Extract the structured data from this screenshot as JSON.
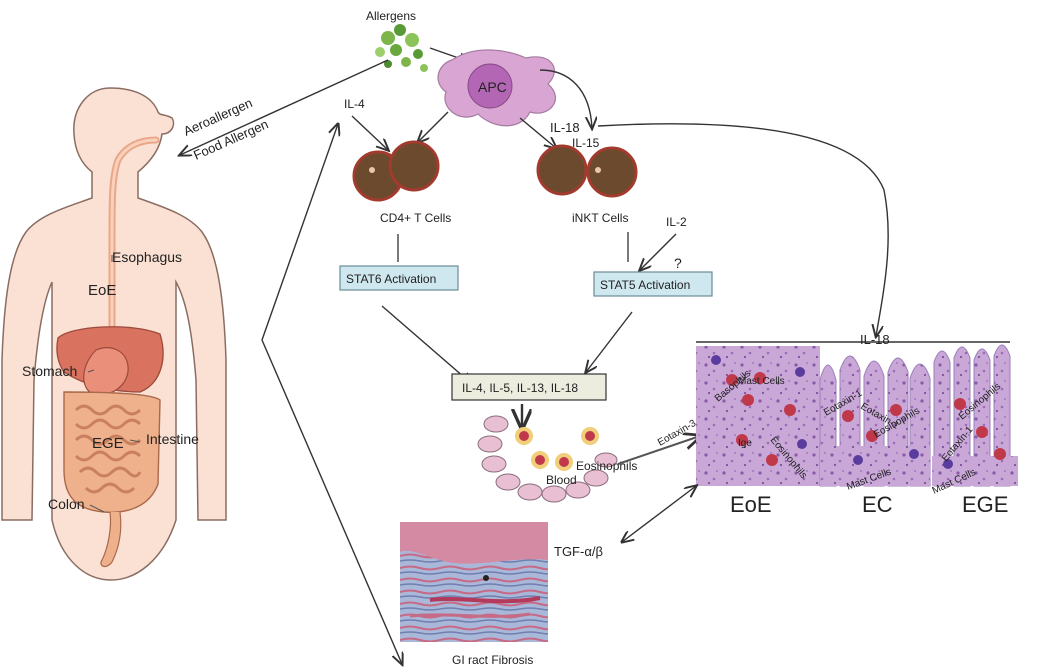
{
  "top": {
    "allergens": "Allergens"
  },
  "body_figure": {
    "esophagus": "Esophagus",
    "eoe": "EoE",
    "stomach": "Stomach",
    "ege": "EGE",
    "intestine": "Intestine",
    "colon": "Colon"
  },
  "routes": {
    "aero": "Aeroallergen",
    "food": "Food Allergen"
  },
  "apc": "APC",
  "cytokines": {
    "il4": "IL-4",
    "il18": "IL-18",
    "il15": "IL-15",
    "il2": "IL-2",
    "il18_right": "IL-18",
    "question": "?"
  },
  "cells": {
    "cd4": "CD4+ T Cells",
    "inkt": "iNKT Cells"
  },
  "activation": {
    "stat6": "STAT6 Activation",
    "stat5": "STAT5 Activation"
  },
  "cytokine_box": "IL-4, IL-5, IL-13, IL-18",
  "blood": {
    "eosinophils": "Eosinophils",
    "blood": "Blood",
    "eotaxin3": "Eotaxin-3"
  },
  "panels": {
    "eoe": {
      "title": "EoE",
      "basophils": "Basophils",
      "mast": "Mast Cells",
      "ige": "Ige",
      "eos": "Eosinophils"
    },
    "ec": {
      "title": "EC",
      "eotaxin1a": "Eotaxin-1",
      "eotaxin1b": "Eotaxin-1",
      "eos": "Eosinophils",
      "mast": "Mast Cells"
    },
    "ege": {
      "title": "EGE",
      "eos": "Eosinophils",
      "eotaxin1": "Eotaxin-1",
      "mast": "Mast Cells"
    }
  },
  "fibrosis": {
    "tgf": "TGF-α/β",
    "label": "GI ract Fibrosis"
  },
  "colors": {
    "skin": "#fbe1d3",
    "outline": "#8a6d62",
    "liver": "#d9735f",
    "gut": "#f0b48e",
    "apc": "#d9a6d4",
    "apc_nucleus": "#b366b3",
    "tcell": "#6b4a2e",
    "tcell_ring": "#a23b2e",
    "stat_box": "#cfe7ee",
    "histo": "#c7a7d6",
    "eos": "#c0394b",
    "blood_cell": "#e9bfd3"
  }
}
